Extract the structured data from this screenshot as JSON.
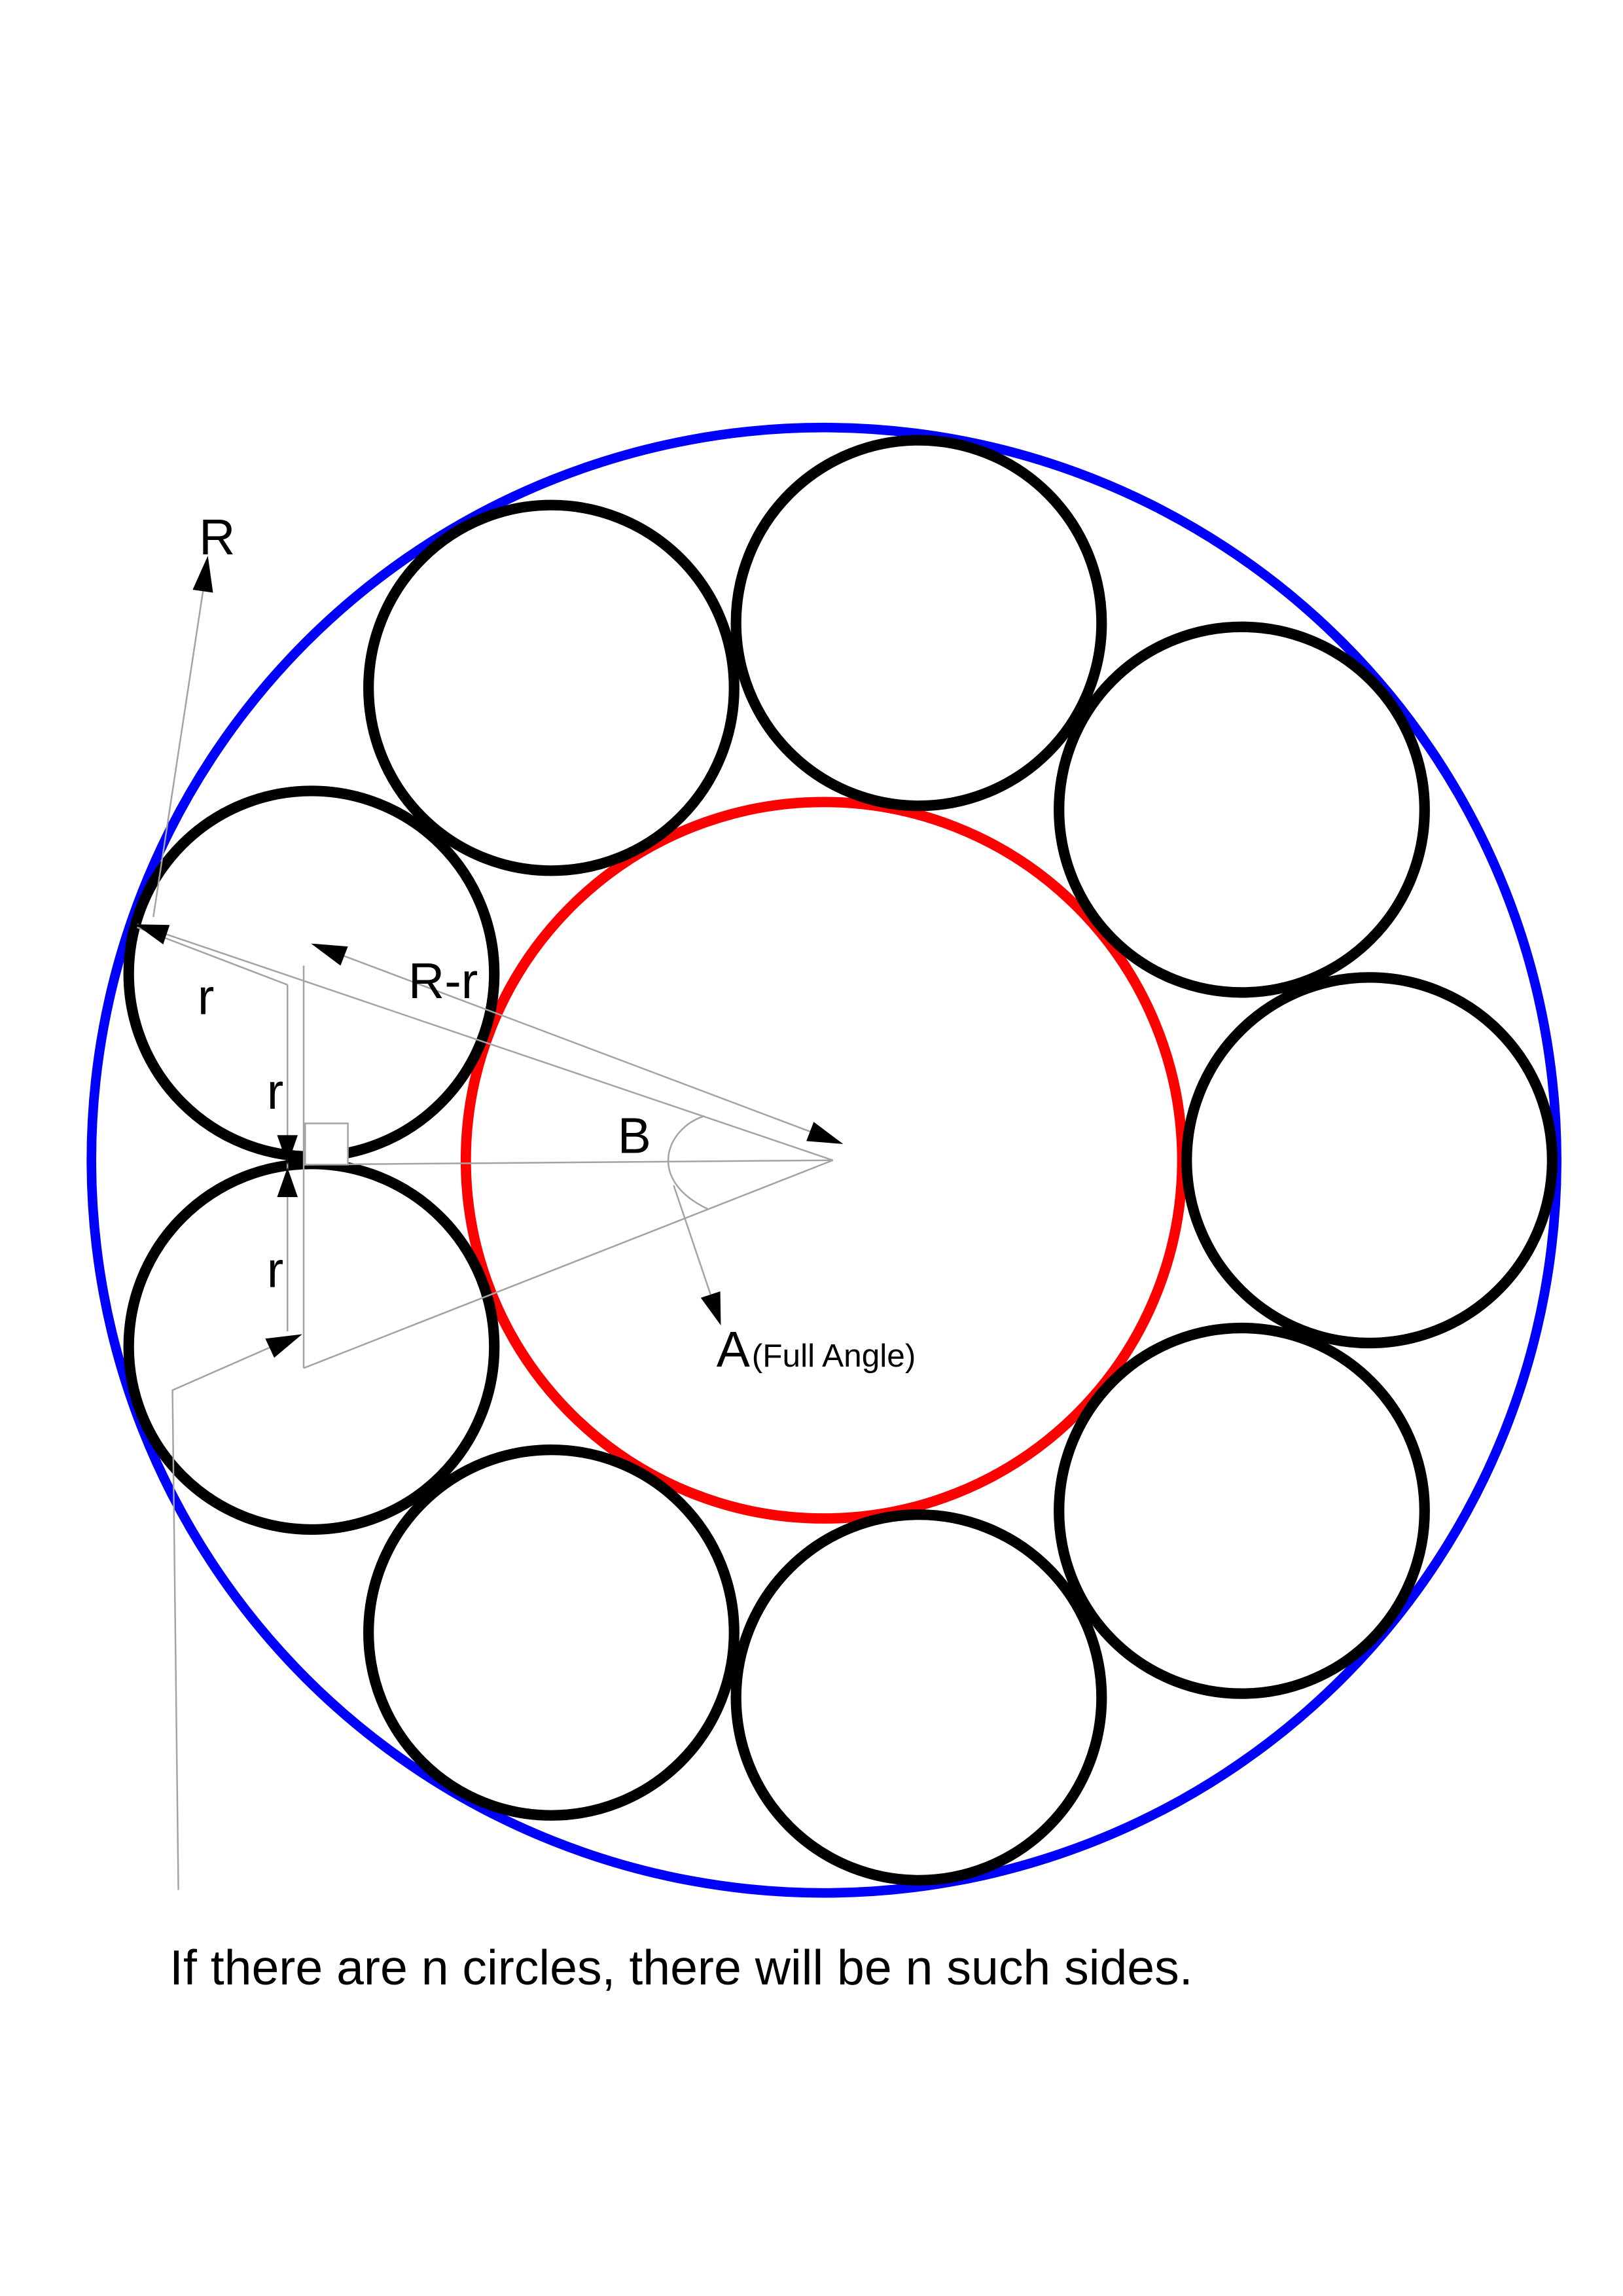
{
  "labels": {
    "outer_radius": "R",
    "radius_r": [
      "r",
      "r",
      "r"
    ],
    "center_distance": "R-r",
    "half_angle": "B",
    "full_angle": "A",
    "full_angle_note": "(Full Angle)"
  },
  "caption": "If there are n circles, there will be n such sides.",
  "colors": {
    "outer_circle": "#0000ff",
    "inner_circle": "#ff0000",
    "small_circles": "#000000"
  }
}
